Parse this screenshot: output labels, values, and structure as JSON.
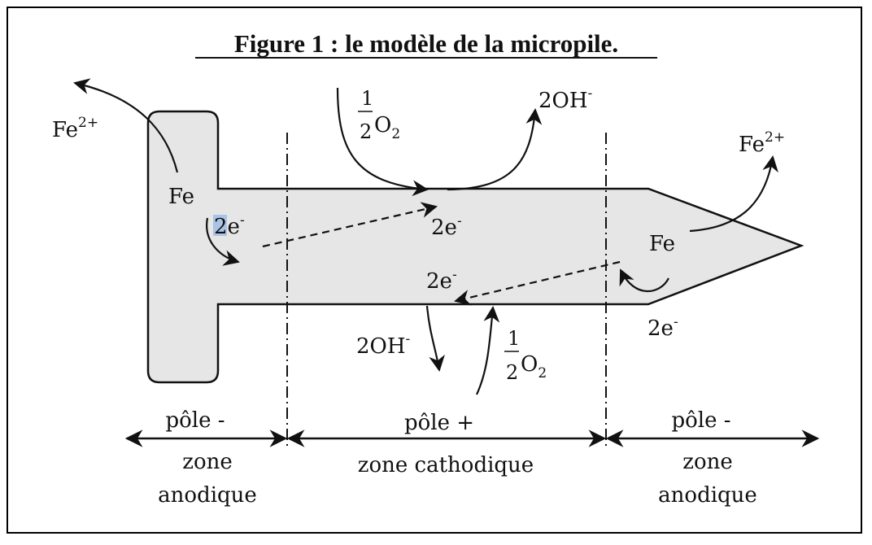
{
  "title": "Figure 1 : le modèle de la micropile.",
  "labels": {
    "fe_left": "Fe",
    "fe_right": "Fe",
    "fe2_left": "Fe",
    "fe2_right": "Fe",
    "fe2_charge": "2+",
    "e_left": "2e",
    "e_mid_top": "2e",
    "e_mid_bottom": "2e",
    "e_right": "2e",
    "e_charge": "-",
    "oh_top": "2OH",
    "oh_bottom": "2OH",
    "oh_charge": "-",
    "o2_top_num": "1",
    "o2_top_den": "2",
    "o2_top_species": "O",
    "o2_bottom_num": "1",
    "o2_bottom_den": "2",
    "o2_bottom_species": "O",
    "o2_subscript": "2"
  },
  "zones": {
    "left_pole": "pôle -",
    "left_zone_line1": "zone",
    "left_zone_line2": "anodique",
    "middle_pole": "pôle +",
    "middle_zone": "zone cathodique",
    "right_pole": "pôle -",
    "right_zone_line1": "zone",
    "right_zone_line2": "anodique"
  },
  "colors": {
    "nail_fill": "#e6e6e6",
    "stroke": "#111111",
    "highlight": "#a9c4e6"
  }
}
